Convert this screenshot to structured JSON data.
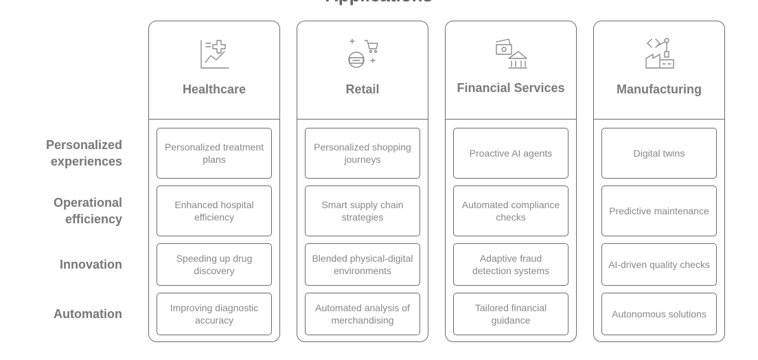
{
  "title": "Applications",
  "rows": [
    {
      "label": "Personalized experiences"
    },
    {
      "label": "Operational efficiency"
    },
    {
      "label": "Innovation"
    },
    {
      "label": "Automation"
    }
  ],
  "columns": [
    {
      "title": "Healthcare",
      "icon": "health-chart-icon",
      "cells": [
        "Personalized treatment plans",
        "Enhanced hospital efficiency",
        "Speeding up drug discovery",
        "Improving diagnostic accuracy"
      ]
    },
    {
      "title": "Retail",
      "icon": "vr-shopping-cart-icon",
      "cells": [
        "Personalized shopping journeys",
        "Smart supply chain strategies",
        "Blended physical-digital environments",
        "Automated analysis of merchandising"
      ]
    },
    {
      "title": "Financial Services",
      "icon": "bank-money-icon",
      "cells": [
        "Proactive AI agents",
        "Automated compliance checks",
        "Adaptive fraud detection systems",
        "Tailored financial guidance"
      ]
    },
    {
      "title": "Manufacturing",
      "icon": "factory-robot-arm-icon",
      "cells": [
        "Digital twins",
        "Predictive maintenance",
        "AI-driven quality checks",
        "Autonomous solutions"
      ]
    }
  ],
  "colors": {
    "stroke": "#6a6a6a",
    "text": "#888888",
    "header_text": "#7a7a7a"
  }
}
